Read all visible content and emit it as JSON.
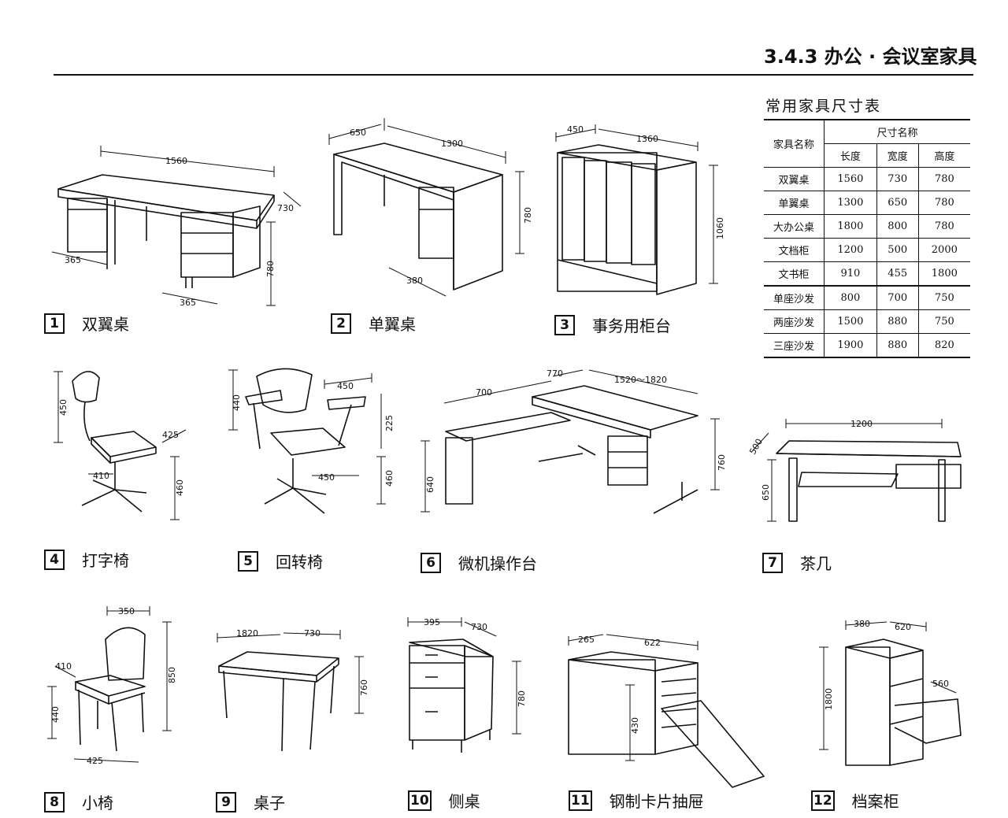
{
  "header": {
    "title": "3.4.3 办公 · 会议室家具"
  },
  "table": {
    "title": "常用家具尺寸表",
    "name_header": "家具名称",
    "dims_header": "尺寸名称",
    "col_headers": [
      "长度",
      "宽度",
      "高度"
    ],
    "rows": [
      [
        "双翼桌",
        "1560",
        "730",
        "780"
      ],
      [
        "单翼桌",
        "1300",
        "650",
        "780"
      ],
      [
        "大办公桌",
        "1800",
        "800",
        "780"
      ],
      [
        "文档柜",
        "1200",
        "500",
        "2000"
      ],
      [
        "文书柜",
        "910",
        "455",
        "1800"
      ],
      [
        "单座沙发",
        "800",
        "700",
        "750"
      ],
      [
        "两座沙发",
        "1500",
        "880",
        "750"
      ],
      [
        "三座沙发",
        "1900",
        "880",
        "820"
      ]
    ]
  },
  "items": [
    {
      "num": "1",
      "label": "双翼桌",
      "dims": [
        "1560",
        "730",
        "780",
        "365",
        "365"
      ]
    },
    {
      "num": "2",
      "label": "单翼桌",
      "dims": [
        "650",
        "1300",
        "780",
        "380"
      ]
    },
    {
      "num": "3",
      "label": "事务用柜台",
      "dims": [
        "450",
        "1360",
        "1060"
      ]
    },
    {
      "num": "4",
      "label": "打字椅",
      "dims": [
        "450",
        "425",
        "410",
        "460"
      ]
    },
    {
      "num": "5",
      "label": "回转椅",
      "dims": [
        "440",
        "450",
        "225",
        "450",
        "460"
      ]
    },
    {
      "num": "6",
      "label": "微机操作台",
      "dims": [
        "700",
        "770",
        "1520～1820",
        "640",
        "760"
      ]
    },
    {
      "num": "7",
      "label": "茶几",
      "dims": [
        "1200",
        "500",
        "650"
      ]
    },
    {
      "num": "8",
      "label": "小椅",
      "dims": [
        "350",
        "410",
        "850",
        "440",
        "425"
      ]
    },
    {
      "num": "9",
      "label": "桌子",
      "dims": [
        "1820",
        "730",
        "760"
      ]
    },
    {
      "num": "10",
      "label": "侧桌",
      "dims": [
        "395",
        "730",
        "780"
      ]
    },
    {
      "num": "11",
      "label": "钢制卡片抽屉",
      "dims": [
        "265",
        "622",
        "430"
      ]
    },
    {
      "num": "12",
      "label": "档案柜",
      "dims": [
        "380",
        "620",
        "560",
        "1800"
      ]
    }
  ]
}
